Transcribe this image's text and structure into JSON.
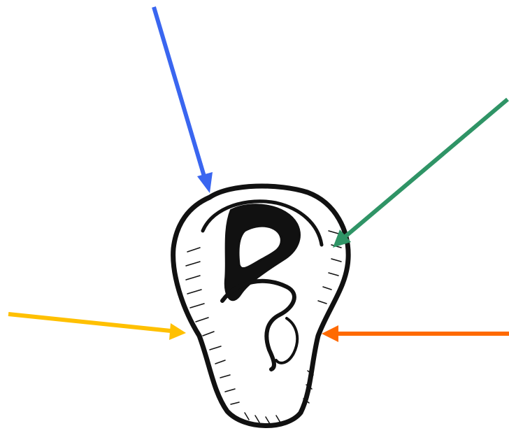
{
  "diagram": {
    "subject": "ear-illustration",
    "arrows": [
      {
        "id": "arrow-top",
        "color": "#3a66f0",
        "target": "top-of-helix"
      },
      {
        "id": "arrow-right-upper",
        "color": "#2f9466",
        "target": "outer-rim"
      },
      {
        "id": "arrow-left",
        "color": "#ffc000",
        "target": "ear-lobe-edge"
      },
      {
        "id": "arrow-right-lower",
        "color": "#ff6a00",
        "target": "ear-opening"
      }
    ]
  }
}
